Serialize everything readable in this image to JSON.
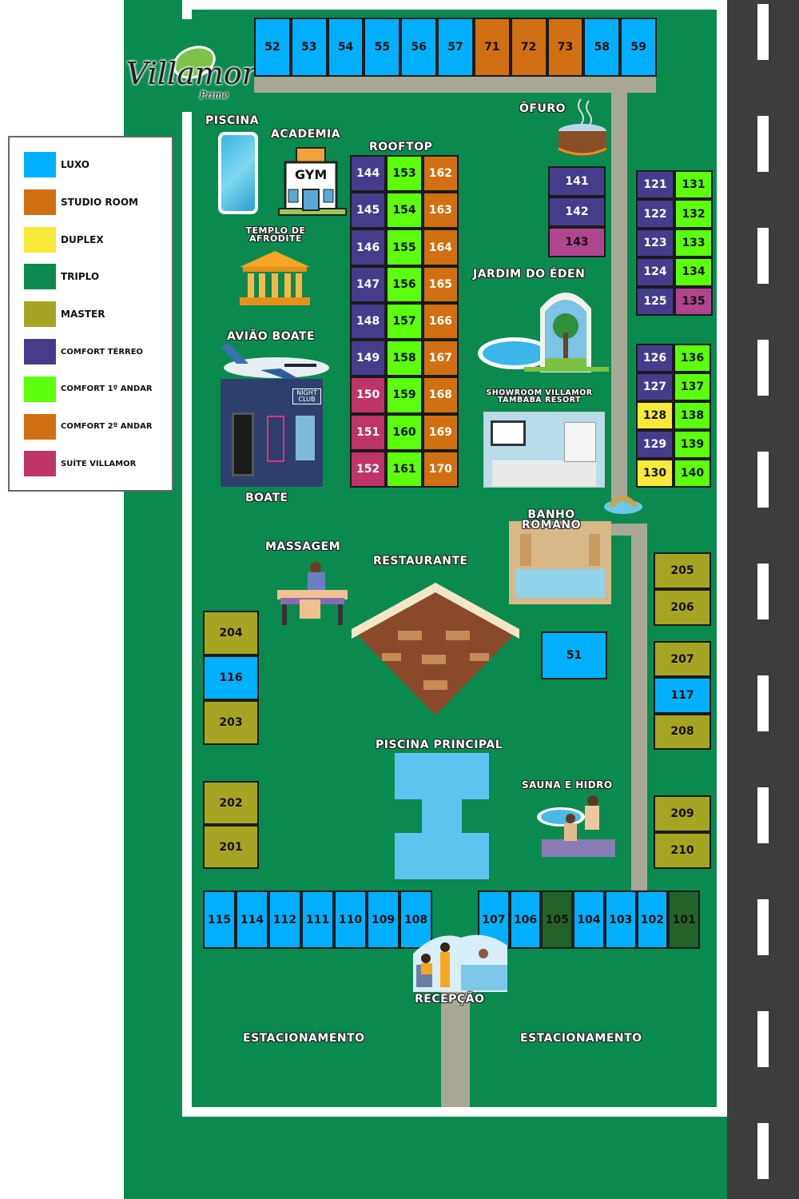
{
  "colors": {
    "luxo": "#00b0ff",
    "studio": "#d07012",
    "duplex": "#f9ea3a",
    "triplo": "#0d8a50",
    "triplo_dark": "#22632c",
    "master": "#a6a523",
    "terreo": "#453d8c",
    "andar1": "#5cff0c",
    "andar2": "#d07012",
    "suite": "#be3468",
    "suite_alt": "#b0458f"
  },
  "dark_text_types": [
    "luxo",
    "studio",
    "duplex",
    "triplo_dark",
    "master",
    "andar1",
    "suite_alt"
  ],
  "logo": {
    "name": "Villamor",
    "sub": "Prime"
  },
  "legend": [
    {
      "key": "luxo",
      "label": "LUXO"
    },
    {
      "key": "studio",
      "label": "STUDIO ROOM"
    },
    {
      "key": "duplex",
      "label": "DUPLEX"
    },
    {
      "key": "triplo",
      "label": "TRIPLO"
    },
    {
      "key": "master",
      "label": "MASTER"
    },
    {
      "key": "terreo",
      "label": "COMFORT TÉRREO"
    },
    {
      "key": "andar1",
      "label": "COMFORT 1º ANDAR"
    },
    {
      "key": "andar2",
      "label": "COMFORT 2º ANDAR"
    },
    {
      "key": "suite",
      "label": "SUÍTE VILLAMOR"
    }
  ],
  "labels": {
    "piscina": "PISCINA",
    "academia": "ACADEMIA",
    "gym": "GYM",
    "rooftop": "ROOFTOP",
    "ofuro": "ÔFURO",
    "templo": "TEMPLO DE AFRODITE",
    "jardim": "JARDIM DO ÉDEN",
    "aviao": "AVIÃO BOATE",
    "nightclub": "NIGHT CLUB",
    "showroom": "SHOWROOM VILLAMOR TAMBABA RESORT",
    "boate": "BOATE",
    "banho": "BANHO ROMANO",
    "massagem": "MASSAGEM",
    "restaurante": "RESTAURANTE",
    "piscina_principal": "PISCINA PRINCIPAL",
    "sauna": "SAUNA E HIDRO",
    "recepcao": "RECEPÇÃO",
    "estacionamento_1": "ESTACIONAMENTO",
    "estacionamento_2": "ESTACIONAMENTO"
  },
  "room_groups": {
    "top": [
      {
        "n": "52",
        "t": "luxo"
      },
      {
        "n": "53",
        "t": "luxo"
      },
      {
        "n": "54",
        "t": "luxo"
      },
      {
        "n": "55",
        "t": "luxo"
      },
      {
        "n": "56",
        "t": "luxo"
      },
      {
        "n": "57",
        "t": "luxo"
      },
      {
        "n": "71",
        "t": "studio"
      },
      {
        "n": "72",
        "t": "studio"
      },
      {
        "n": "73",
        "t": "studio"
      },
      {
        "n": "58",
        "t": "luxo"
      },
      {
        "n": "59",
        "t": "luxo"
      }
    ],
    "rooftop": [
      {
        "n": "144",
        "t": "terreo"
      },
      {
        "n": "153",
        "t": "andar1"
      },
      {
        "n": "162",
        "t": "andar2"
      },
      {
        "n": "145",
        "t": "terreo"
      },
      {
        "n": "154",
        "t": "andar1"
      },
      {
        "n": "163",
        "t": "andar2"
      },
      {
        "n": "146",
        "t": "terreo"
      },
      {
        "n": "155",
        "t": "andar1"
      },
      {
        "n": "164",
        "t": "andar2"
      },
      {
        "n": "147",
        "t": "terreo"
      },
      {
        "n": "156",
        "t": "andar1"
      },
      {
        "n": "165",
        "t": "andar2"
      },
      {
        "n": "148",
        "t": "terreo"
      },
      {
        "n": "157",
        "t": "andar1"
      },
      {
        "n": "166",
        "t": "andar2"
      },
      {
        "n": "149",
        "t": "terreo"
      },
      {
        "n": "158",
        "t": "andar1"
      },
      {
        "n": "167",
        "t": "andar2"
      },
      {
        "n": "150",
        "t": "suite"
      },
      {
        "n": "159",
        "t": "andar1"
      },
      {
        "n": "168",
        "t": "andar2"
      },
      {
        "n": "151",
        "t": "suite"
      },
      {
        "n": "160",
        "t": "andar1"
      },
      {
        "n": "169",
        "t": "andar2"
      },
      {
        "n": "152",
        "t": "suite"
      },
      {
        "n": "161",
        "t": "andar1"
      },
      {
        "n": "170",
        "t": "andar2"
      }
    ],
    "mid": [
      {
        "n": "141",
        "t": "terreo"
      },
      {
        "n": "142",
        "t": "terreo"
      },
      {
        "n": "143",
        "t": "suite_alt"
      }
    ],
    "right_a": [
      {
        "n": "121",
        "t": "terreo"
      },
      {
        "n": "131",
        "t": "andar1"
      },
      {
        "n": "122",
        "t": "terreo"
      },
      {
        "n": "132",
        "t": "andar1"
      },
      {
        "n": "123",
        "t": "terreo"
      },
      {
        "n": "133",
        "t": "andar1"
      },
      {
        "n": "124",
        "t": "terreo"
      },
      {
        "n": "134",
        "t": "andar1"
      },
      {
        "n": "125",
        "t": "terreo"
      },
      {
        "n": "135",
        "t": "suite_alt"
      }
    ],
    "right_b": [
      {
        "n": "126",
        "t": "terreo"
      },
      {
        "n": "136",
        "t": "andar1"
      },
      {
        "n": "127",
        "t": "terreo"
      },
      {
        "n": "137",
        "t": "andar1"
      },
      {
        "n": "128",
        "t": "duplex"
      },
      {
        "n": "138",
        "t": "andar1"
      },
      {
        "n": "129",
        "t": "terreo"
      },
      {
        "n": "139",
        "t": "andar1"
      },
      {
        "n": "130",
        "t": "duplex"
      },
      {
        "n": "140",
        "t": "andar1"
      }
    ],
    "right_c": [
      {
        "n": "205",
        "t": "master"
      },
      {
        "n": "206",
        "t": "master"
      }
    ],
    "right_d": [
      {
        "n": "207",
        "t": "master"
      },
      {
        "n": "117",
        "t": "luxo"
      },
      {
        "n": "208",
        "t": "master"
      }
    ],
    "right_e": [
      {
        "n": "209",
        "t": "master"
      },
      {
        "n": "210",
        "t": "master"
      }
    ],
    "left_a": [
      {
        "n": "204",
        "t": "master"
      },
      {
        "n": "116",
        "t": "luxo"
      },
      {
        "n": "203",
        "t": "master"
      }
    ],
    "left_b": [
      {
        "n": "202",
        "t": "master"
      },
      {
        "n": "201",
        "t": "master"
      }
    ],
    "single": [
      {
        "n": "51",
        "t": "luxo"
      }
    ],
    "bottom_left": [
      {
        "n": "115",
        "t": "luxo"
      },
      {
        "n": "114",
        "t": "luxo"
      },
      {
        "n": "112",
        "t": "luxo"
      },
      {
        "n": "111",
        "t": "luxo"
      },
      {
        "n": "110",
        "t": "luxo"
      },
      {
        "n": "109",
        "t": "luxo"
      },
      {
        "n": "108",
        "t": "luxo"
      }
    ],
    "bottom_right": [
      {
        "n": "107",
        "t": "luxo"
      },
      {
        "n": "106",
        "t": "luxo"
      },
      {
        "n": "105",
        "t": "triplo_dark"
      },
      {
        "n": "104",
        "t": "luxo"
      },
      {
        "n": "103",
        "t": "luxo"
      },
      {
        "n": "102",
        "t": "luxo"
      },
      {
        "n": "101",
        "t": "triplo_dark"
      }
    ]
  }
}
